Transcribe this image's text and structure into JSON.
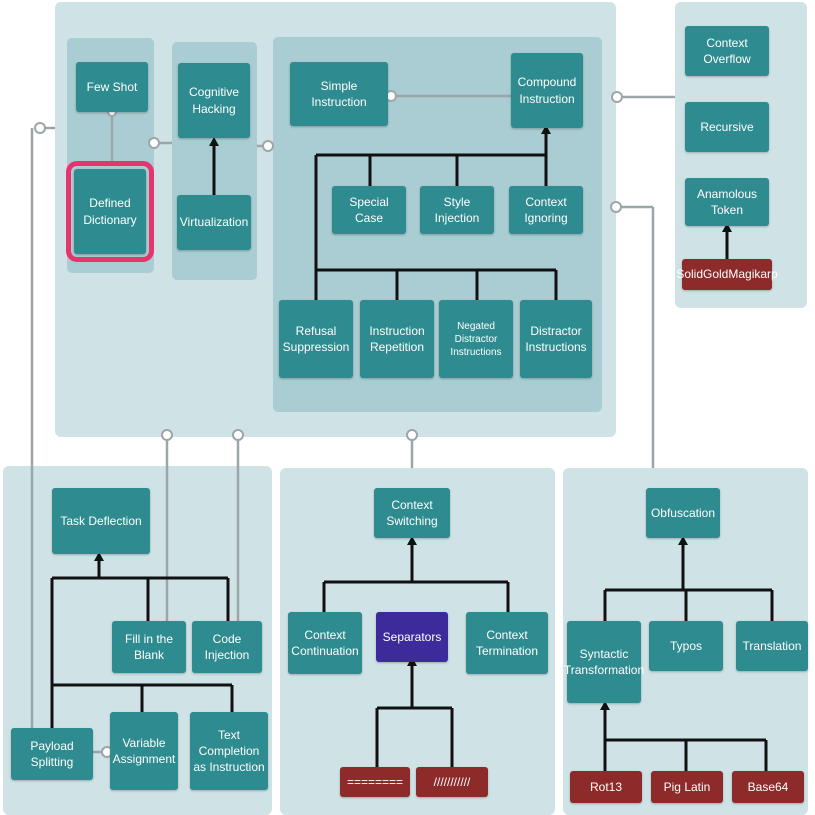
{
  "colors": {
    "panel": "#cfe3e6",
    "subpanel": "#a9cdd2",
    "node": "#2e8b8f",
    "token": "#8d2a2a",
    "separators": "#3d2a9b",
    "highlight": "#e8336d",
    "line_dark": "#111111",
    "line_gray": "#9aa6a8"
  },
  "nodes": {
    "few_shot": "Few Shot",
    "defined_dictionary": "Defined\nDictionary",
    "cognitive_hacking": "Cognitive\nHacking",
    "virtualization": "Virtualization",
    "simple_instruction": "Simple Instruction",
    "compound_instruction": "Compound\nInstruction",
    "special_case": "Special Case",
    "style_injection": "Style Injection",
    "context_ignoring": "Context Ignoring",
    "refusal_suppression": "Refusal\nSuppression",
    "instruction_repetition": "Instruction\nRepetition",
    "negated_distractor": "Negated\nDistractor\nInstructions",
    "distractor_instructions": "Distractor\nInstructions",
    "context_overflow": "Context Overflow",
    "recursive": "Recursive",
    "anamolous_token": "Anamolous Token",
    "solidgoldmagikarp": "SolidGoldMagikarp",
    "task_deflection": "Task Deflection",
    "fill_in_the_blank": "Fill in the Blank",
    "code_injection": "Code Injection",
    "payload_splitting": "Payload Splitting",
    "variable_assignment": "Variable\nAssignment",
    "text_completion": "Text Completion\nas Instruction",
    "context_switching": "Context Switching",
    "context_continuation": "Context\nContinuation",
    "separators": "Separators",
    "context_termination": "Context\nTermination",
    "equals_separator": "========",
    "slash_separator": "///////////",
    "obfuscation": "Obfuscation",
    "syntactic_transformation": "Syntactic\nTransformation",
    "typos": "Typos",
    "translation": "Translation",
    "rot13": "Rot13",
    "pig_latin": "Pig Latin",
    "base64": "Base64"
  }
}
